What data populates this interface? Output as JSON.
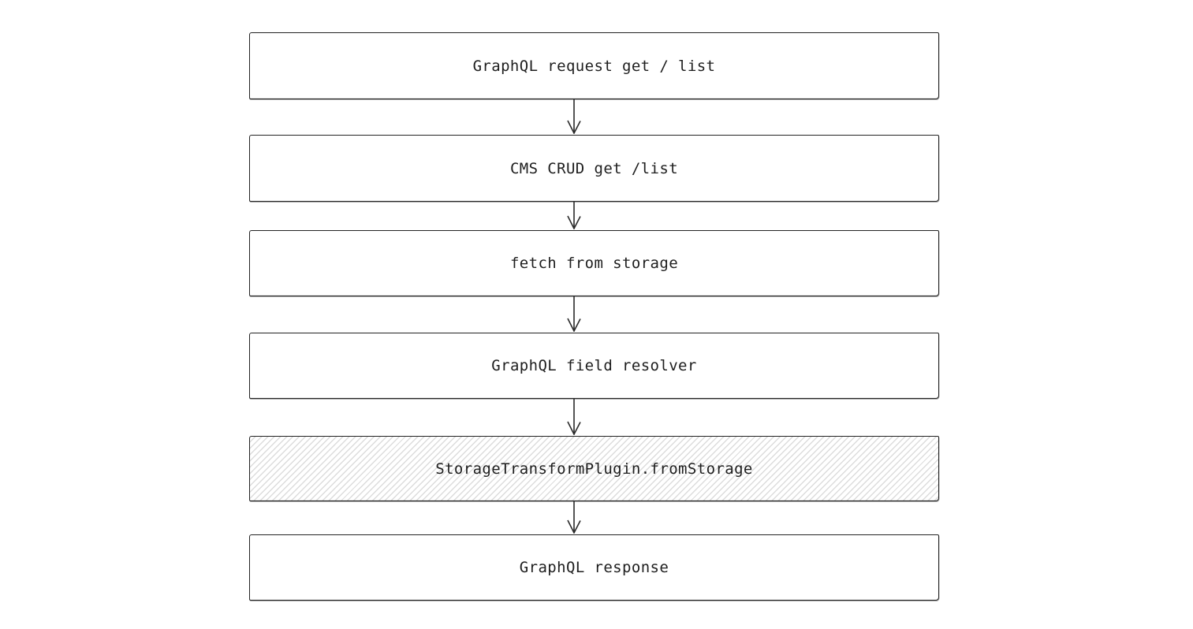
{
  "diagram": {
    "type": "flowchart",
    "direction": "top-down",
    "background_color": "#ffffff",
    "stroke_color": "#1e1e1e",
    "hachure_color": "#dcdcdc",
    "nodes": [
      {
        "id": "graphql-request",
        "label": "GraphQL request get / list",
        "fill": "solid"
      },
      {
        "id": "cms-crud",
        "label": "CMS CRUD get /list",
        "fill": "solid"
      },
      {
        "id": "fetch-from-storage",
        "label": "fetch from storage",
        "fill": "solid"
      },
      {
        "id": "graphql-field-resolver",
        "label": "GraphQL field resolver",
        "fill": "solid"
      },
      {
        "id": "storage-transform-plugin",
        "label": "StorageTransformPlugin.fromStorage",
        "fill": "hachure"
      },
      {
        "id": "graphql-response",
        "label": "GraphQL response",
        "fill": "solid"
      }
    ],
    "connectors": [
      {
        "from": "graphql-request",
        "to": "cms-crud",
        "style": "arrow-down"
      },
      {
        "from": "cms-crud",
        "to": "fetch-from-storage",
        "style": "arrow-down"
      },
      {
        "from": "fetch-from-storage",
        "to": "graphql-field-resolver",
        "style": "arrow-down"
      },
      {
        "from": "graphql-field-resolver",
        "to": "storage-transform-plugin",
        "style": "arrow-down"
      },
      {
        "from": "storage-transform-plugin",
        "to": "graphql-response",
        "style": "arrow-down"
      }
    ]
  }
}
